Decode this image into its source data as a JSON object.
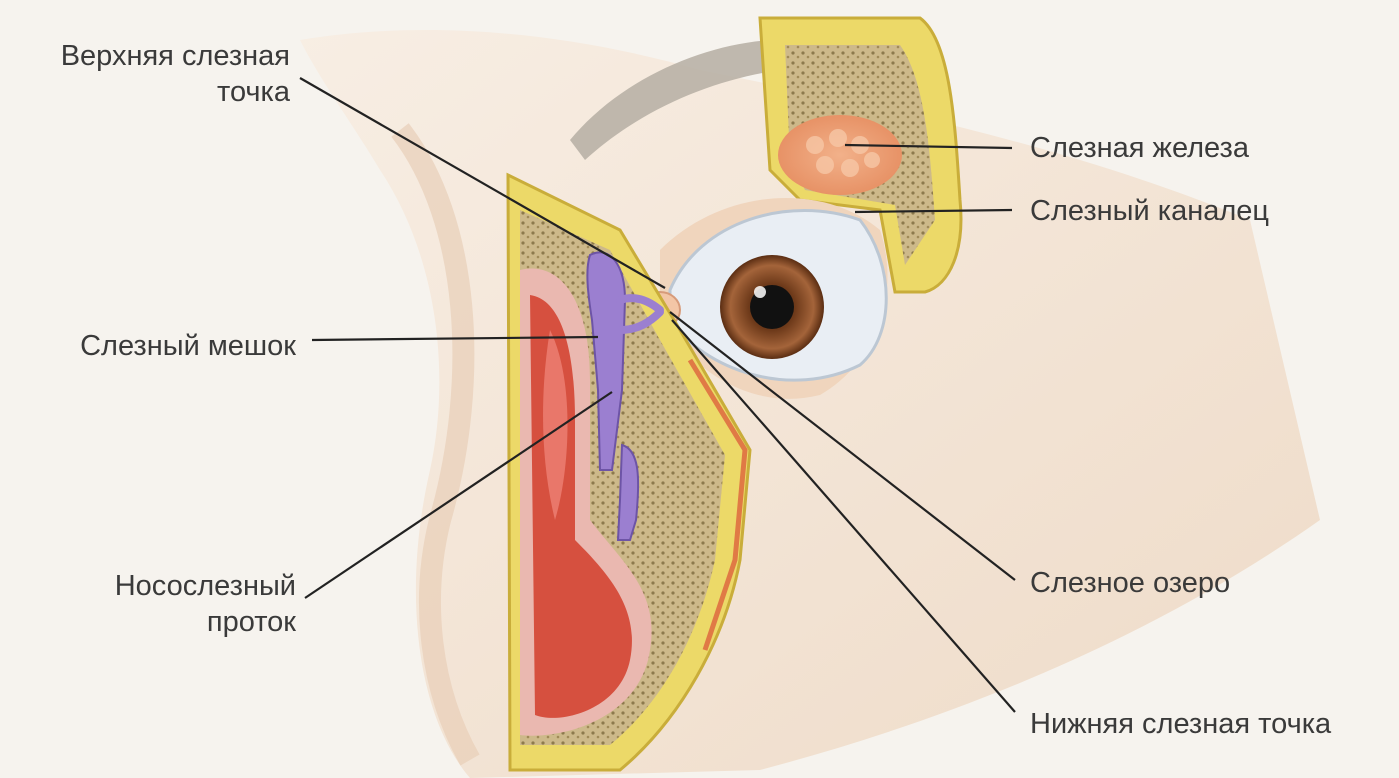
{
  "labels": {
    "upper_punctum": {
      "line1": "Верхняя слезная",
      "line2": "точка"
    },
    "lacrimal_sac": "Слезный мешок",
    "nasolacrimal_duct": {
      "line1": "Носослезный",
      "line2": "проток"
    },
    "lacrimal_gland": "Слезная железа",
    "lacrimal_ductule": "Слезный каналец",
    "lacrimal_lake": "Слезное озеро",
    "lower_punctum": "Нижняя слезная точка"
  },
  "colors": {
    "background": "#f6f3ee",
    "skin": "#f3dfca",
    "fat": "#ecd968",
    "bone": "#cdb98a",
    "mucosa": "#d6503f",
    "duct": "#9b7fd0",
    "iris": "#8a4a22",
    "leader": "#222222"
  }
}
